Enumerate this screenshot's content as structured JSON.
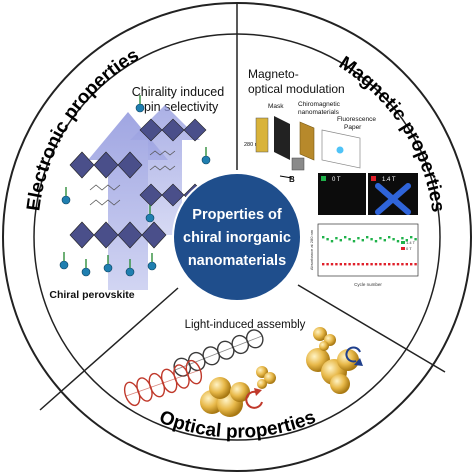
{
  "center": {
    "lines": [
      "Properties of",
      "chiral inorganic",
      "nanomaterials"
    ]
  },
  "sectors": {
    "electronic": {
      "title": "Electronic properties",
      "subtitle_lines": [
        "Chirality induced",
        "spin selectivity"
      ],
      "caption": "Chiral perovskite"
    },
    "magnetic": {
      "title": "Magnetic properties",
      "subtitle_lines": [
        "Magneto-",
        "optical modulation"
      ],
      "labels": {
        "mask": "Mask",
        "chiromagnetic": [
          "Chiromagnetic",
          "nanomaterials"
        ],
        "fluorescence": [
          "Fluorescence",
          "Paper"
        ],
        "wavelength": "280 nm",
        "field": "B",
        "field_off": "0 T",
        "field_on": "1.4 T"
      },
      "plot": {
        "ylabel": "Absorbance at 280 nm",
        "xlabel": "Cycle number",
        "legend": [
          "1.4 T",
          "0 T"
        ],
        "colors": {
          "on": "#1fb24a",
          "off": "#e0202a"
        }
      }
    },
    "optical": {
      "title": "Optical properties",
      "subtitle": "Light-induced assembly"
    }
  },
  "colors": {
    "center_fill": "#1f4e8c",
    "ring_stroke": "#222222",
    "nanoparticle": "#e8b94a",
    "helix_red": "#c0392b",
    "helix_dark": "#3a3a3a"
  }
}
